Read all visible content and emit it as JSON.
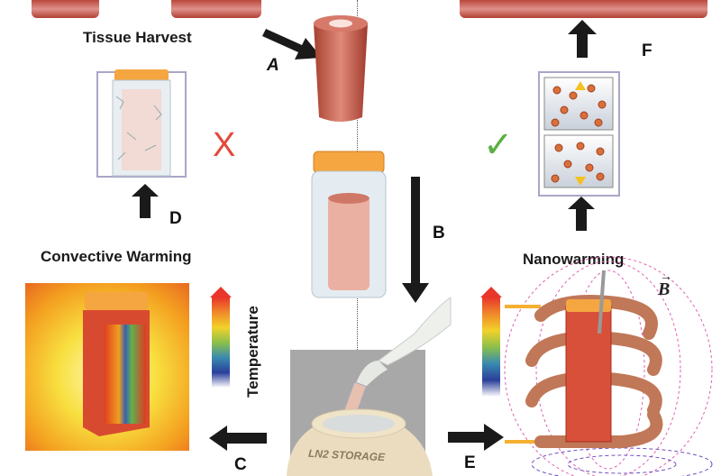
{
  "labels": {
    "tissue_harvest": "Tissue Harvest",
    "convective_warming": "Convective Warming",
    "nanowarming": "Nanowarming",
    "temperature": "Temperature",
    "ln2_storage": "LN2 STORAGE",
    "b_field": "B"
  },
  "steps": {
    "a": "A",
    "b": "B",
    "c": "C",
    "d": "D",
    "e": "E",
    "f": "F"
  },
  "outcomes": {
    "fail": "X",
    "success": "✓"
  },
  "colors": {
    "fail": "#e04a3a",
    "success": "#5ab040",
    "arrow": "#1a1a1a",
    "tissue": "#c8584a",
    "frame": "#a9a6c8"
  }
}
